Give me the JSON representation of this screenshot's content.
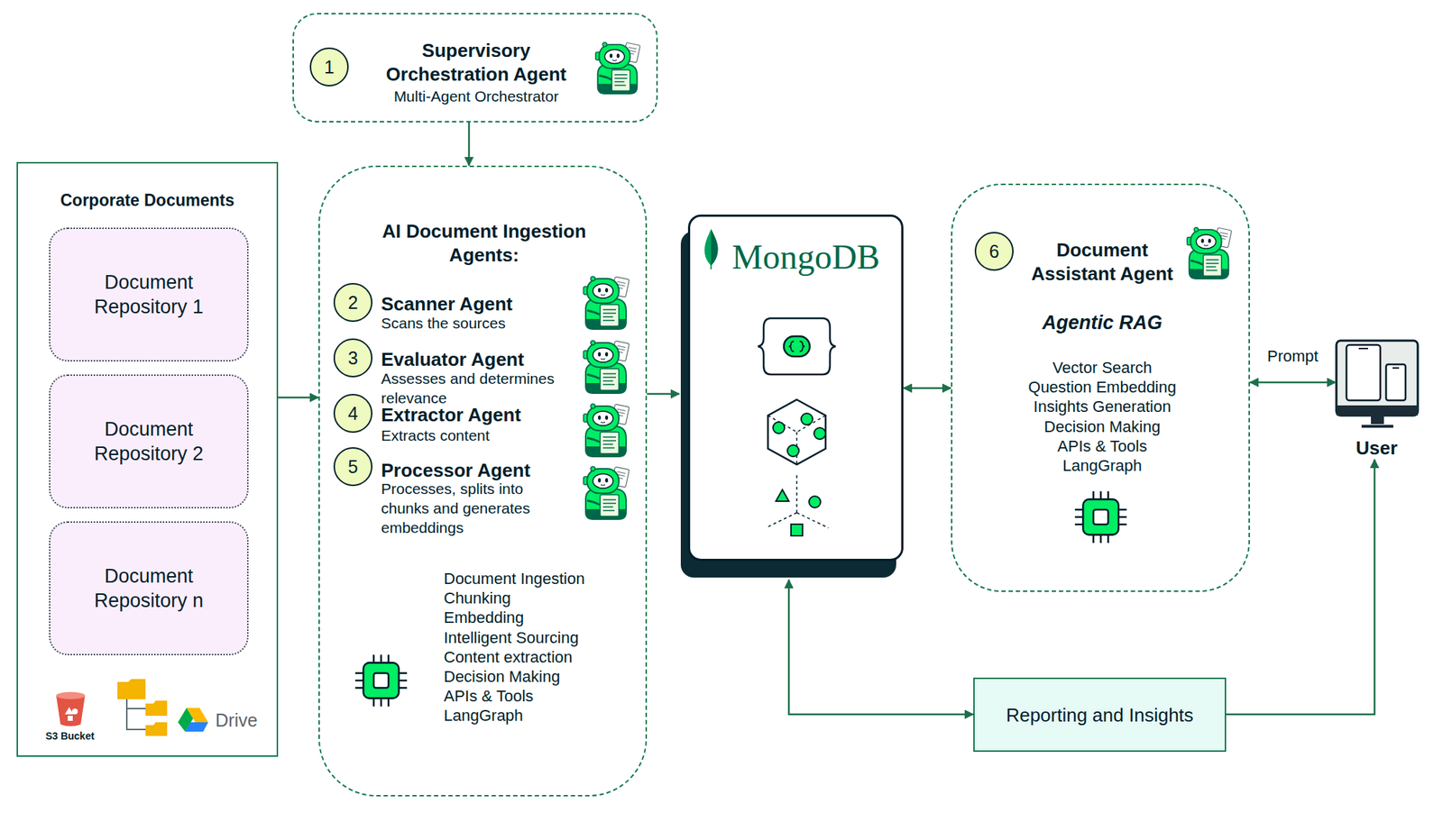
{
  "diagram": {
    "nodes": [
      {
        "text": [
          "Supervisory Orchestration Agent",
          "Multi-Agent Orchestrator"
        ]
      },
      {
        "text": [
          "Corporate Documents"
        ]
      },
      {
        "text": [
          "Document Repository 1"
        ],
        "in": 1
      },
      {
        "text": [
          "Document Repository 2"
        ],
        "in": 1
      },
      {
        "text": [
          "Document Repository n"
        ],
        "in": 1
      },
      {
        "text": [
          "AI Document Ingestion Agents:",
          "Scanner Agent",
          "Scans the sources",
          "Evaluator Agent",
          "Assesses and determines relevance",
          "Extractor Agent",
          "Extracts content",
          "Processor Agent",
          "Processes, splits into chunks and generates embeddings",
          "Document Ingestion",
          "Chunking",
          "Embedding",
          "Intelligent Sourcing",
          "Content extraction",
          "Decision Making",
          "APIs & Tools",
          "LangGraph"
        ]
      },
      {
        "text": [
          "MongoDB"
        ]
      },
      {
        "text": [
          "Document Assistant Agent",
          "Agentic RAG",
          "Vector Search",
          "Question Embedding",
          "Insights Generation",
          "Decision Making",
          "APIs & Tools",
          "LangGraph"
        ]
      },
      {
        "text": [
          "Reporting and Insights"
        ]
      },
      {
        "text": [
          "User"
        ]
      }
    ],
    "edges": [
      {
        "from": 0,
        "to": 5,
        "arrow": "to"
      },
      {
        "from": 1,
        "to": 5,
        "arrow": "to"
      },
      {
        "from": 5,
        "to": 6,
        "arrow": "to"
      },
      {
        "from": 6,
        "to": 7,
        "arrow": "both"
      },
      {
        "from": 7,
        "to": 9,
        "label": "Prompt",
        "arrow": "both"
      },
      {
        "from": 6,
        "to": 8,
        "arrow": "both"
      },
      {
        "from": 8,
        "to": 9,
        "arrow": "to"
      }
    ],
    "labels": [
      "1",
      "2",
      "3",
      "4",
      "5",
      "6",
      "S3 Bucket",
      "Drive"
    ]
  }
}
